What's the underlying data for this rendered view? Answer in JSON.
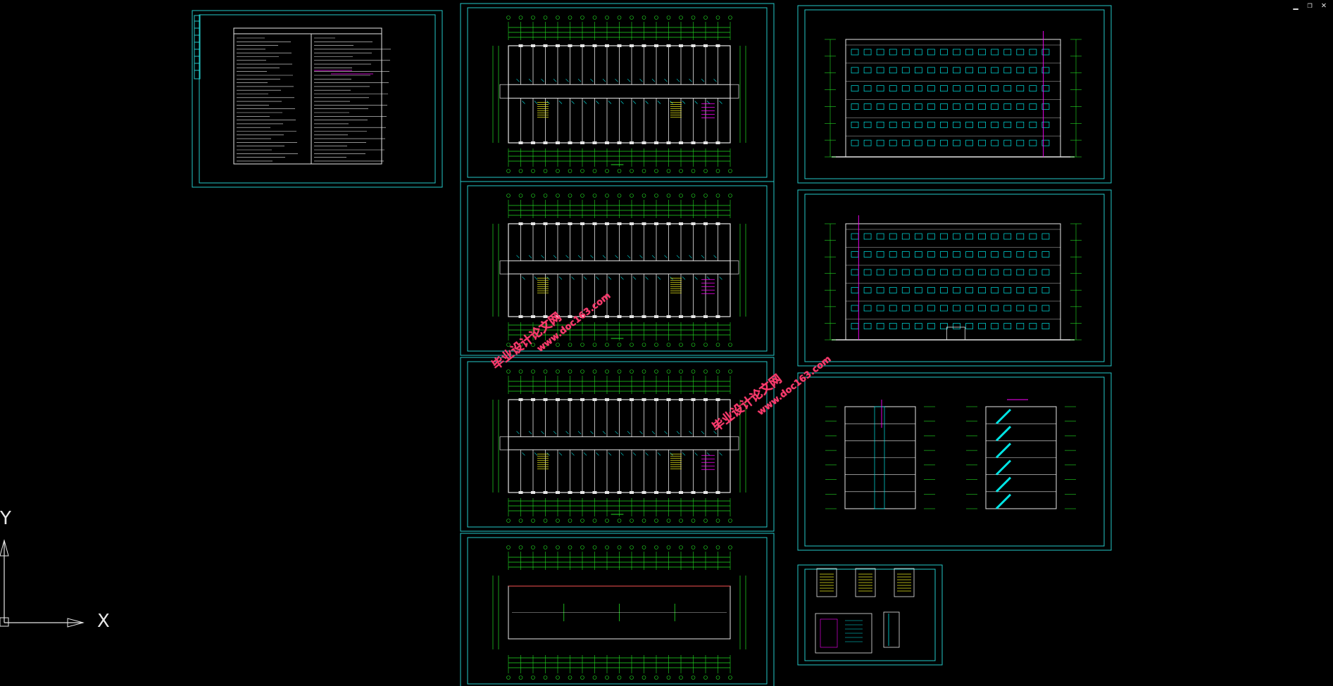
{
  "window_controls": {
    "minimize": "▁",
    "restore": "❐",
    "close": "✕"
  },
  "watermarks": [
    {
      "cn": "毕业设计论文网",
      "url": "www.doc163.com"
    },
    {
      "cn": "毕业设计论文网",
      "url": "www.doc163.com"
    }
  ],
  "ucs": {
    "x_label": "X",
    "y_label": "Y"
  },
  "colors": {
    "frame": "#25c8c8",
    "green": "#22dd22",
    "white": "#e6e6e6",
    "cyan": "#00e5e5",
    "magenta": "#ff00ff",
    "yellow": "#e6e61a",
    "red": "#ff2020",
    "background": "#000000"
  }
}
